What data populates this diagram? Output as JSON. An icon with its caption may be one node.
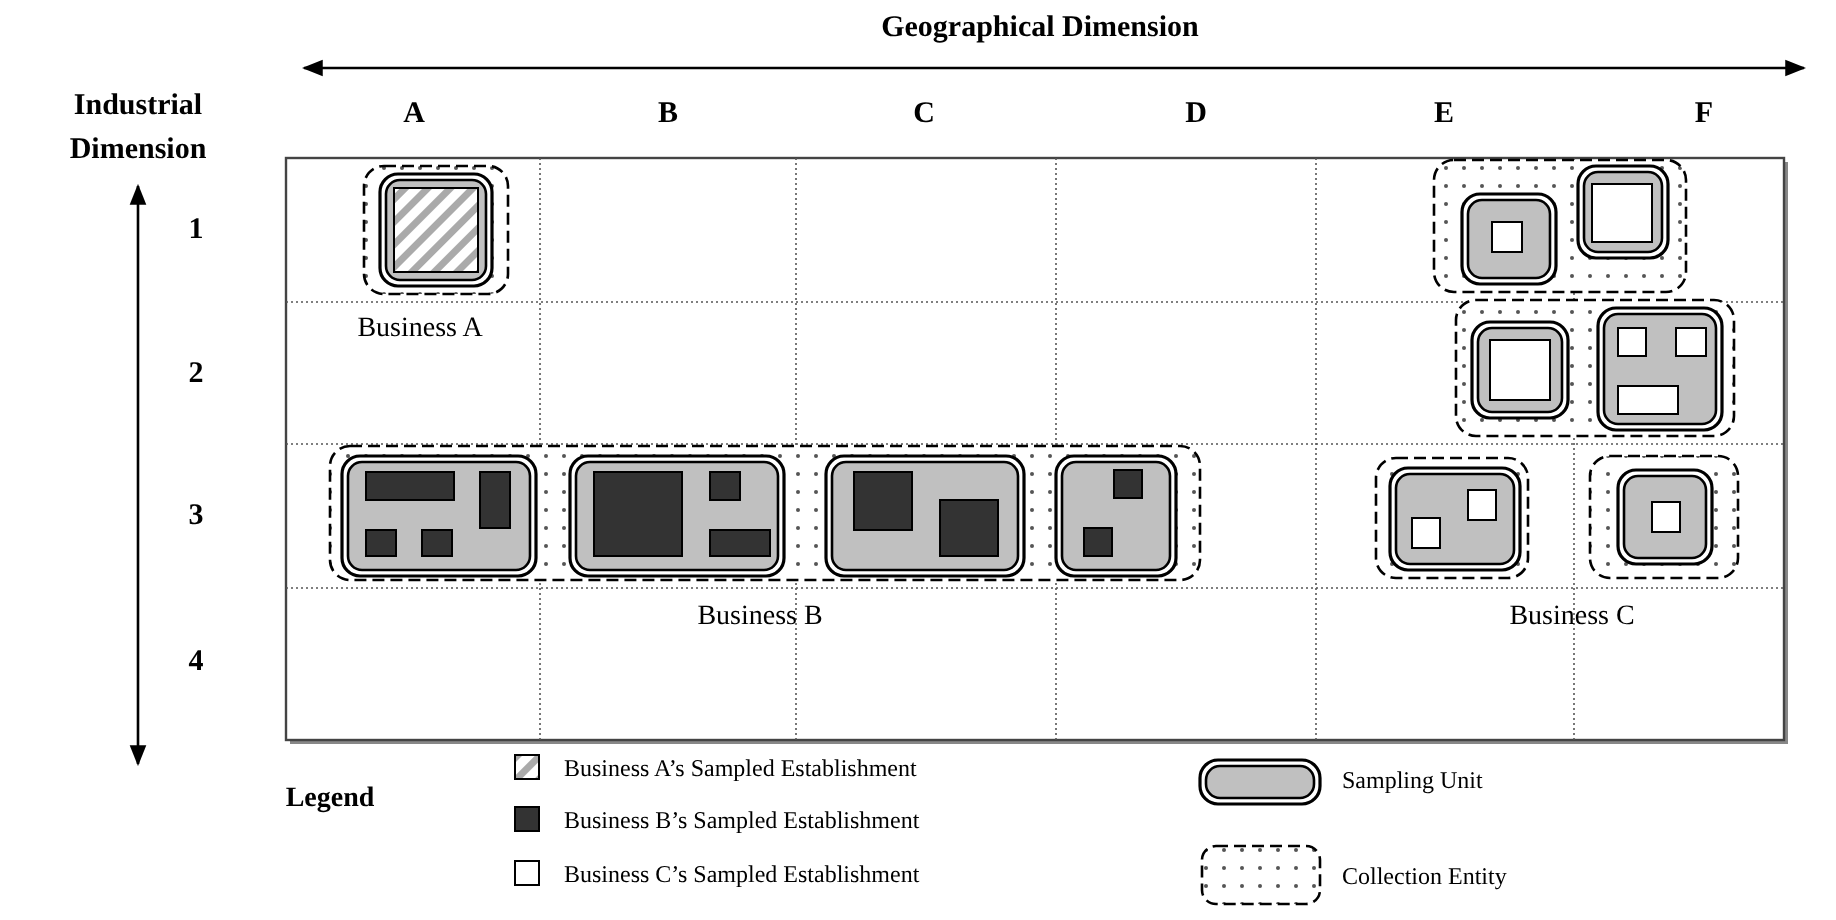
{
  "diagram": {
    "labels": [
      "Geographical Dimension",
      "Industrial Dimension",
      "A",
      "B",
      "C",
      "D",
      "E",
      "F",
      "1",
      "2",
      "3",
      "4",
      "Business A",
      "Business B",
      "Business C",
      "Legend"
    ],
    "legend": [
      {
        "text": "Business A’s Sampled Establishment"
      },
      {
        "text": "Business B’s Sampled Establishment",
        "color": "#333333"
      },
      {
        "text": "Business C’s Sampled Establishment",
        "color": "#ffffff"
      },
      {
        "text": "Sampling Unit"
      },
      {
        "text": "Collection Entity"
      }
    ]
  }
}
